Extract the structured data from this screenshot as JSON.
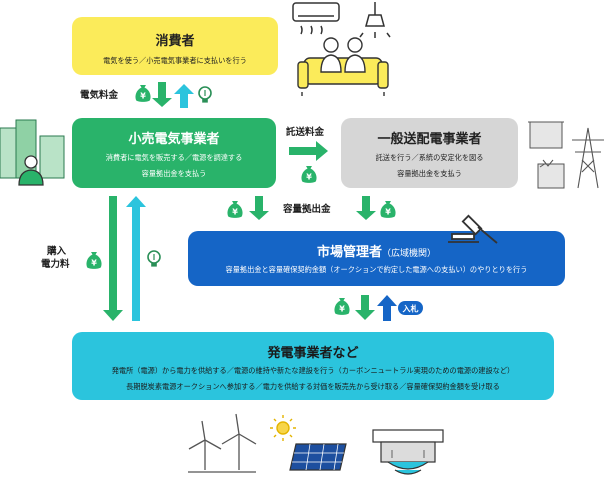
{
  "consumer": {
    "title": "消費者",
    "desc": "電気を使う／小売電気事業者に支払いを行う"
  },
  "retailer": {
    "title": "小売電気事業者",
    "desc1": "消費者に電気を販売する／電源を調達する",
    "desc2": "容量拠出金を支払う"
  },
  "tso": {
    "title": "一般送配電事業者",
    "desc1": "託送を行う／系統の安定化を図る",
    "desc2": "容量拠出金を支払う"
  },
  "market": {
    "title": "市場管理者",
    "subtitle": "（広域機関）",
    "desc": "容量拠出金と容量確保契約金額（オークションで約定した電源への支払い）のやりとりを行う"
  },
  "generator": {
    "title": "発電事業者など",
    "desc1": "発電所（電源）から電力を供給する／電源の維持や新たな建設を行う（カーボンニュートラル実現のための電源の建設など）",
    "desc2": "長期脱炭素電源オークションへ参加する／電力を供給する対価を販売先から受け取る／容量確保契約金額を受け取る"
  },
  "labels": {
    "electricity_fee": "電気料金",
    "wheeling_fee": "託送料金",
    "capacity_contribution": "容量拠出金",
    "power_purchase_line1": "購入",
    "power_purchase_line2": "電力料",
    "bid": "入札"
  },
  "icons": [
    "money-bag-icon",
    "light-bulb-icon",
    "air-conditioner-icon",
    "ceiling-lamp-icon",
    "family-sofa-icon",
    "office-building-icon",
    "person-icon",
    "substation-icon",
    "transmission-tower-icon",
    "gavel-icon",
    "wind-turbine-icon",
    "sun-icon",
    "solar-panel-icon",
    "hydro-dam-icon"
  ],
  "colors": {
    "consumer": "#fbeb5a",
    "retailer": "#29b36a",
    "tso": "#d6d6d6",
    "market": "#1565c6",
    "generator": "#2bc4dd",
    "arrow_green": "#29b36a",
    "arrow_teal": "#2bc4dd",
    "arrow_blue": "#1565c6"
  }
}
